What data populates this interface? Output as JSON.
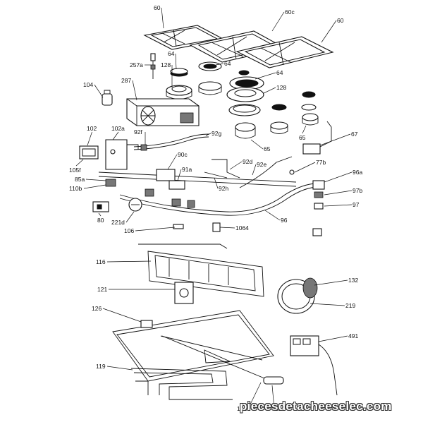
{
  "diagram": {
    "parts": [
      {
        "id": "p60l",
        "label": "60"
      },
      {
        "id": "p60c",
        "label": "60c"
      },
      {
        "id": "p60r",
        "label": "60"
      },
      {
        "id": "p257a",
        "label": "257a"
      },
      {
        "id": "p64a",
        "label": "64"
      },
      {
        "id": "p64b",
        "label": "64"
      },
      {
        "id": "p64c",
        "label": "64"
      },
      {
        "id": "p128a",
        "label": "128"
      },
      {
        "id": "p128b",
        "label": "128"
      },
      {
        "id": "p104",
        "label": "104"
      },
      {
        "id": "p287",
        "label": "287"
      },
      {
        "id": "p102",
        "label": "102"
      },
      {
        "id": "p102a",
        "label": "102a"
      },
      {
        "id": "p92f",
        "label": "92f"
      },
      {
        "id": "p92g",
        "label": "92g"
      },
      {
        "id": "p65a",
        "label": "65"
      },
      {
        "id": "p65b",
        "label": "65"
      },
      {
        "id": "p67",
        "label": "67"
      },
      {
        "id": "p105f",
        "label": "105f"
      },
      {
        "id": "p90c",
        "label": "90c"
      },
      {
        "id": "p91a",
        "label": "91a"
      },
      {
        "id": "p85a",
        "label": "85a"
      },
      {
        "id": "p110b",
        "label": "110b"
      },
      {
        "id": "p92d",
        "label": "92d"
      },
      {
        "id": "p92e",
        "label": "92e"
      },
      {
        "id": "p92h",
        "label": "92h"
      },
      {
        "id": "p77b",
        "label": "77b"
      },
      {
        "id": "p96a",
        "label": "96a"
      },
      {
        "id": "p97b",
        "label": "97b"
      },
      {
        "id": "p97",
        "label": "97"
      },
      {
        "id": "p96",
        "label": "96"
      },
      {
        "id": "p80",
        "label": "80"
      },
      {
        "id": "p221d",
        "label": "221d"
      },
      {
        "id": "p106",
        "label": "106"
      },
      {
        "id": "p1064",
        "label": "1064"
      },
      {
        "id": "p116",
        "label": "116"
      },
      {
        "id": "p121",
        "label": "121"
      },
      {
        "id": "p132",
        "label": "132"
      },
      {
        "id": "p219",
        "label": "219"
      },
      {
        "id": "p126",
        "label": "126"
      },
      {
        "id": "p491",
        "label": "491"
      },
      {
        "id": "p119",
        "label": "119"
      },
      {
        "id": "p122",
        "label": "122"
      },
      {
        "id": "p124",
        "label": "124"
      }
    ]
  },
  "watermark": {
    "text": "piecesdetacheeselec.com"
  }
}
